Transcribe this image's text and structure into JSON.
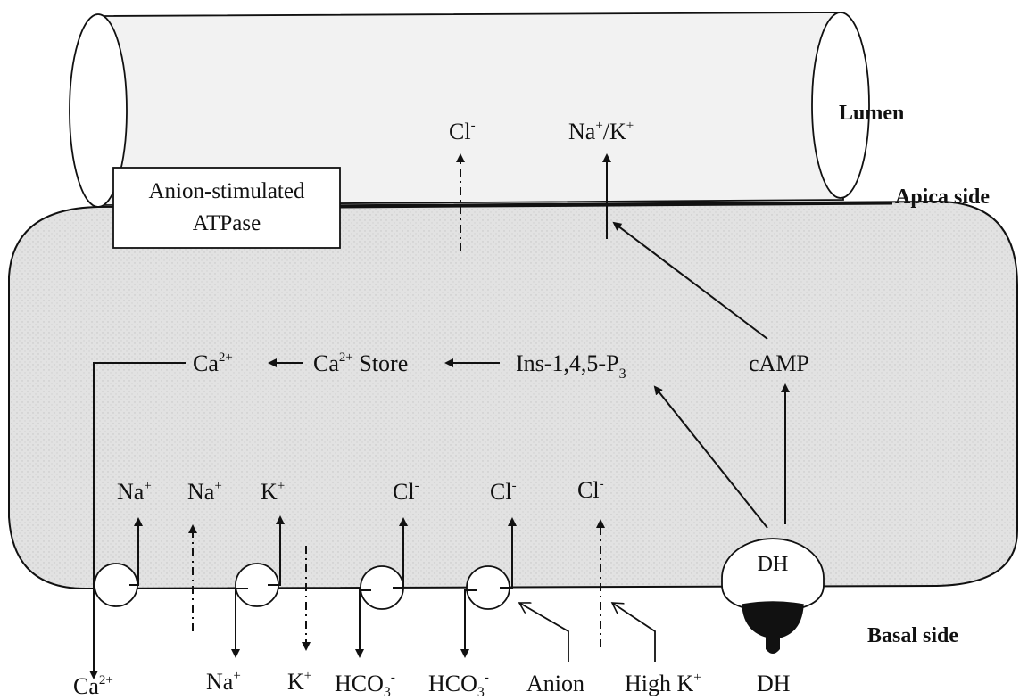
{
  "regions": {
    "lumen": "Lumen",
    "apical": "Apica side",
    "basal": "Basal side"
  },
  "atpase": {
    "line1": "Anion-stimulated",
    "line2": "ATPase"
  },
  "apical_ions": {
    "cl": {
      "base": "Cl",
      "sup": "-"
    },
    "nak": {
      "base1": "Na",
      "sup1": "+",
      "mid": "/K",
      "sup2": "+"
    }
  },
  "signaling": {
    "ca_out": {
      "base": "Ca",
      "sup": "2+"
    },
    "ca_store": {
      "base": "Ca",
      "sup": "2+",
      "rest": " Store"
    },
    "ip3": {
      "base": "Ins-1,4,5-P",
      "sub": "3"
    },
    "camp": "cAMP"
  },
  "basal_inside": [
    {
      "base": "Na",
      "sup": "+"
    },
    {
      "base": "Na",
      "sup": "+"
    },
    {
      "base": "K",
      "sup": "+"
    },
    {
      "base": "Cl",
      "sup": "-"
    },
    {
      "base": "Cl",
      "sup": "-"
    },
    {
      "base": "Cl",
      "sup": "-"
    }
  ],
  "receptor": {
    "label": "DH"
  },
  "basal_outside": [
    {
      "base": "Ca",
      "sup": "2+"
    },
    {
      "base": "Na",
      "sup": "+"
    },
    {
      "base": "K",
      "sup": "+"
    },
    {
      "base": "HCO",
      "sub": "3",
      "sup": "-"
    },
    {
      "base": "HCO",
      "sub": "3",
      "sup": "-"
    },
    {
      "base": "Anion"
    },
    {
      "base": "High K",
      "sup": "+"
    },
    {
      "base": "DH"
    }
  ]
}
